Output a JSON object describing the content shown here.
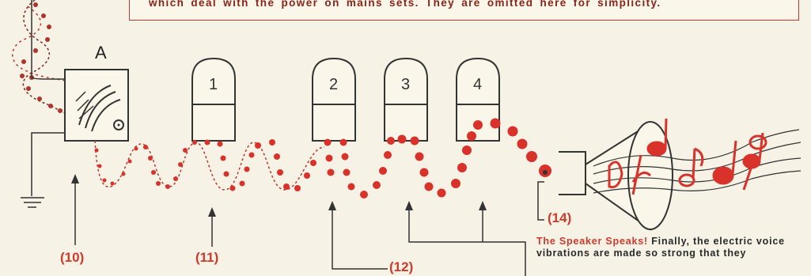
{
  "top_box": {
    "text": "which deal with the power on mains sets.  They are omitted here for simplicity."
  },
  "labels": {
    "A": "A",
    "tube1": "1",
    "tube2": "2",
    "tube3": "3",
    "tube4": "4"
  },
  "callouts": {
    "c10": "(10)",
    "c11": "(11)",
    "c12": "(12)",
    "c14": "(14)"
  },
  "note": {
    "heading": "The Speaker Speaks!",
    "body": " Finally, the electric voice vibrations are made so strong that they"
  },
  "colors": {
    "red": "#d9322a",
    "ink": "#333333",
    "paper": "#f6f2e6"
  }
}
